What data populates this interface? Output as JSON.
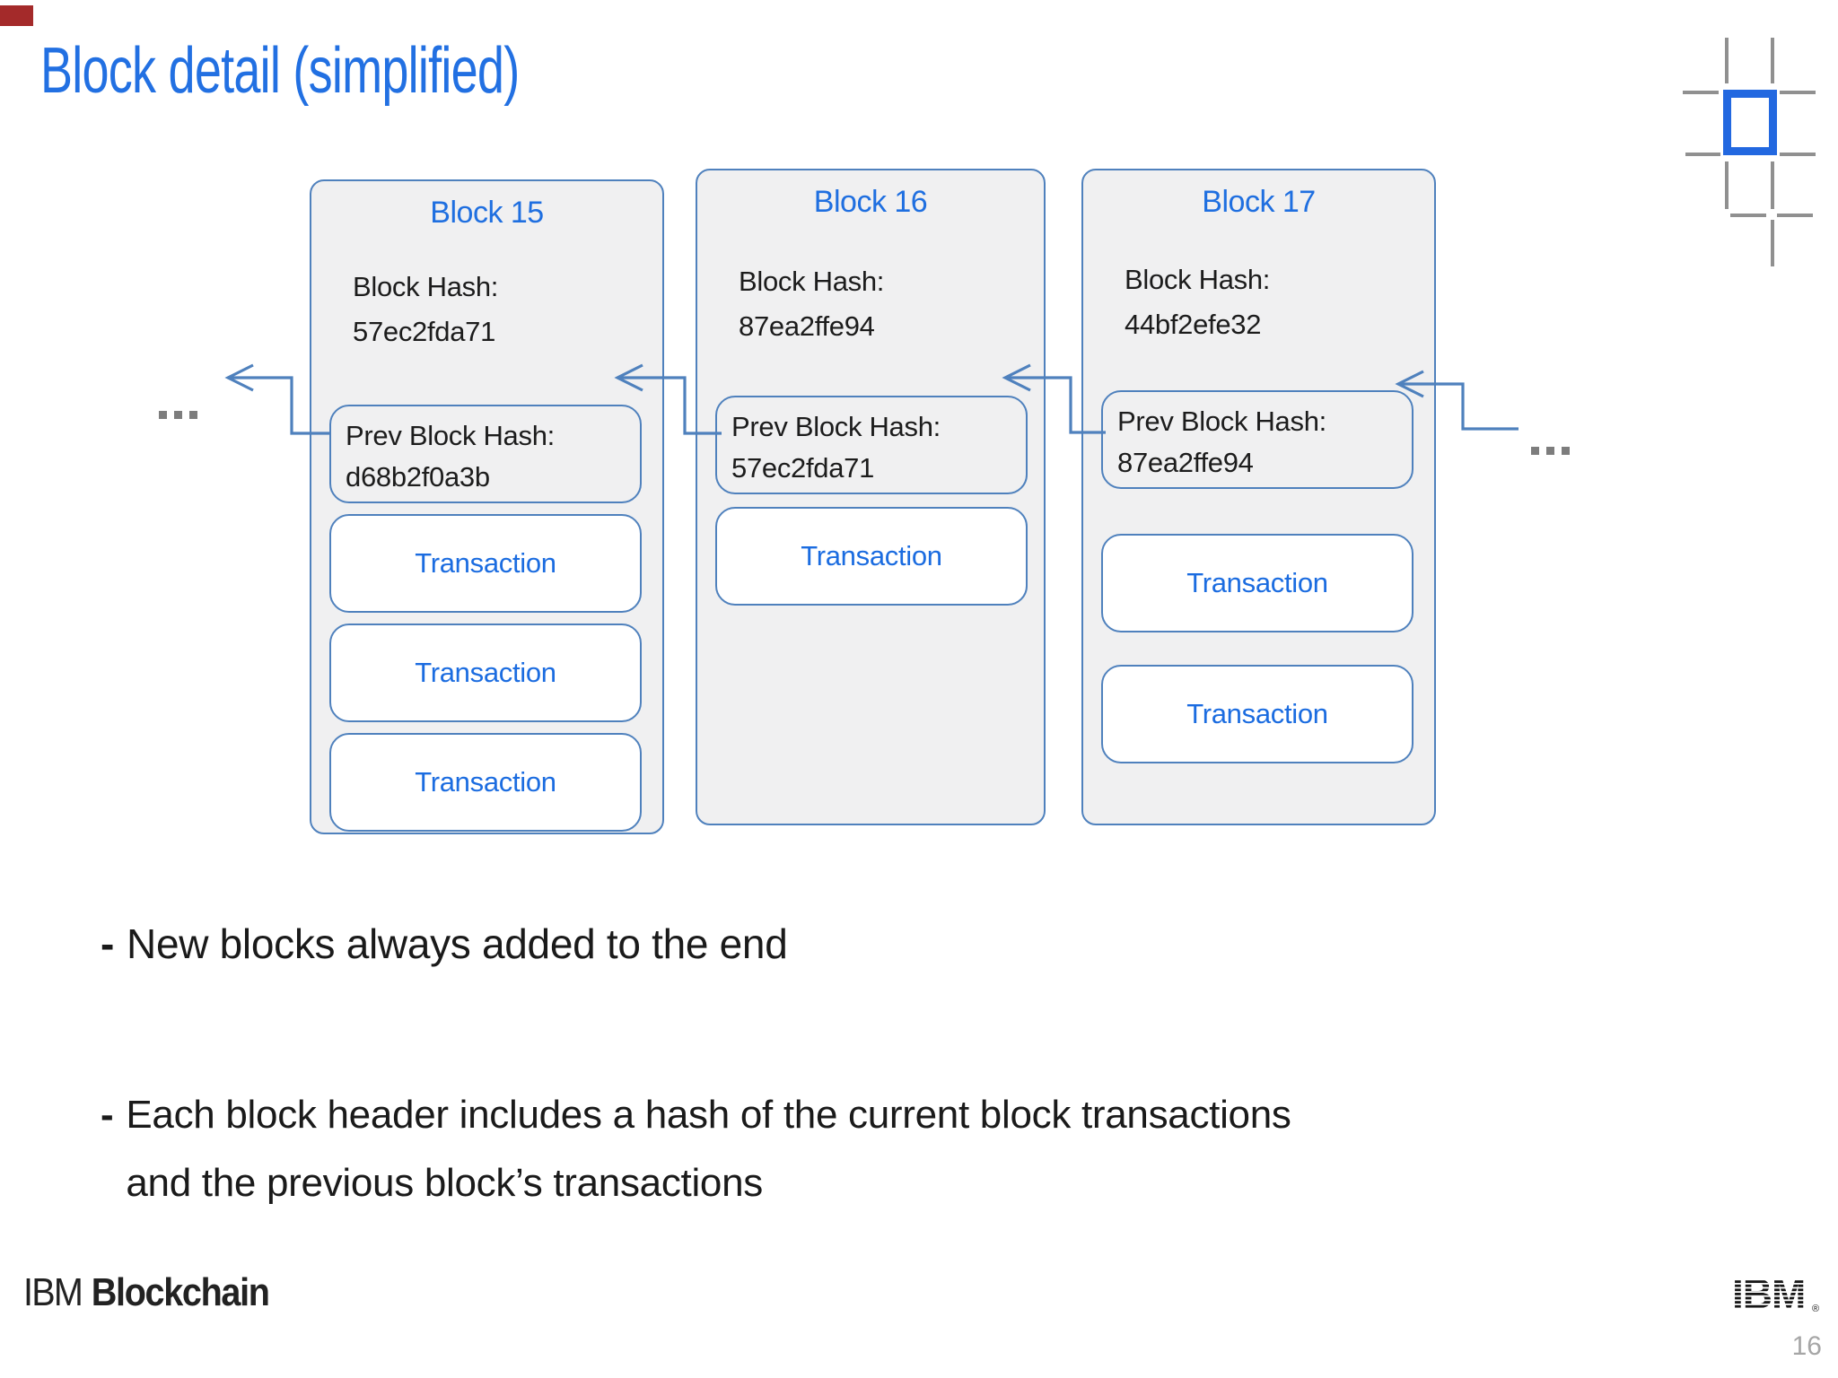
{
  "slide": {
    "title": "Block detail (simplified)",
    "bullet_marker": "-",
    "page_number": "16",
    "footer": {
      "brand_prefix": "IBM",
      "brand_name": "Blockchain",
      "ibm_logo_text": "IBM",
      "registered_mark": "®"
    }
  },
  "diagram": {
    "left_ellipsis": "...",
    "right_ellipsis": "...",
    "blocks": [
      {
        "title": "Block 15",
        "hash_label": "Block Hash:",
        "hash_value": "57ec2fda71",
        "prev_label": "Prev Block Hash:",
        "prev_value": "d68b2f0a3b",
        "transactions": [
          "Transaction",
          "Transaction",
          "Transaction"
        ]
      },
      {
        "title": "Block 16",
        "hash_label": "Block Hash:",
        "hash_value": "87ea2ffe94",
        "prev_label": "Prev Block Hash:",
        "prev_value": "57ec2fda71",
        "transactions": [
          "Transaction"
        ]
      },
      {
        "title": "Block 17",
        "hash_label": "Block Hash:",
        "hash_value": "44bf2efe32",
        "prev_label": "Prev Block Hash:",
        "prev_value": "87ea2ffe94",
        "transactions": [
          "Transaction",
          "Transaction"
        ]
      }
    ]
  },
  "bullets": [
    {
      "lines": [
        "New blocks always added to the end"
      ]
    },
    {
      "lines": [
        "Each block header includes a hash of the current block transactions",
        "and the previous block’s transactions"
      ]
    }
  ],
  "colors": {
    "accent_text_blue": "#1f6fe0",
    "border_blue": "#4f81bd",
    "card_fill": "#f0f0f1",
    "text_dark": "#1c1c1c",
    "ellipsis_gray": "#7d7d7d",
    "page_number_gray": "#a6a6a6",
    "corner_red": "#a42a2a"
  }
}
